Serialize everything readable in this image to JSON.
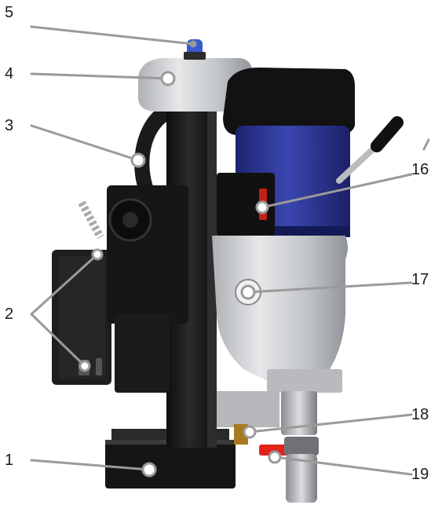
{
  "callouts": [
    {
      "id": "label-1",
      "text": "1"
    },
    {
      "id": "label-2",
      "text": "2"
    },
    {
      "id": "label-3",
      "text": "3"
    },
    {
      "id": "label-4",
      "text": "4"
    },
    {
      "id": "label-5",
      "text": "5"
    },
    {
      "id": "label-16",
      "text": "16"
    },
    {
      "id": "label-17",
      "text": "17"
    },
    {
      "id": "label-18",
      "text": "18"
    },
    {
      "id": "label-19",
      "text": "19"
    }
  ],
  "colors": {
    "leader": "#9a9a9a",
    "body_dark": "#1c1c1c",
    "motor_blue": "#2c3590",
    "housing_silver": "#c9cbce",
    "accent_red": "#e2231a",
    "label_text": "#1a1a1a"
  }
}
